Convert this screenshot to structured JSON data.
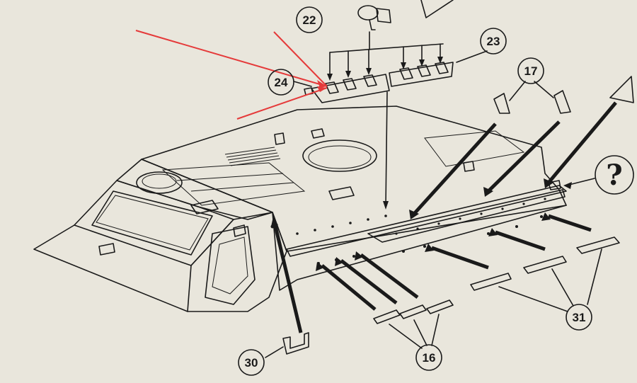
{
  "callouts": [
    {
      "id": "c22",
      "label": "22"
    },
    {
      "id": "c23",
      "label": "23"
    },
    {
      "id": "c24",
      "label": "24"
    },
    {
      "id": "c17",
      "label": "17"
    },
    {
      "id": "c16",
      "label": "16"
    },
    {
      "id": "c30",
      "label": "30"
    },
    {
      "id": "c31",
      "label": "31"
    }
  ],
  "unknown_part_marker": "?",
  "colors": {
    "paper": "#e9e6dc",
    "ink": "#1a1a1a",
    "highlight_arrow": "#e53a3a"
  }
}
